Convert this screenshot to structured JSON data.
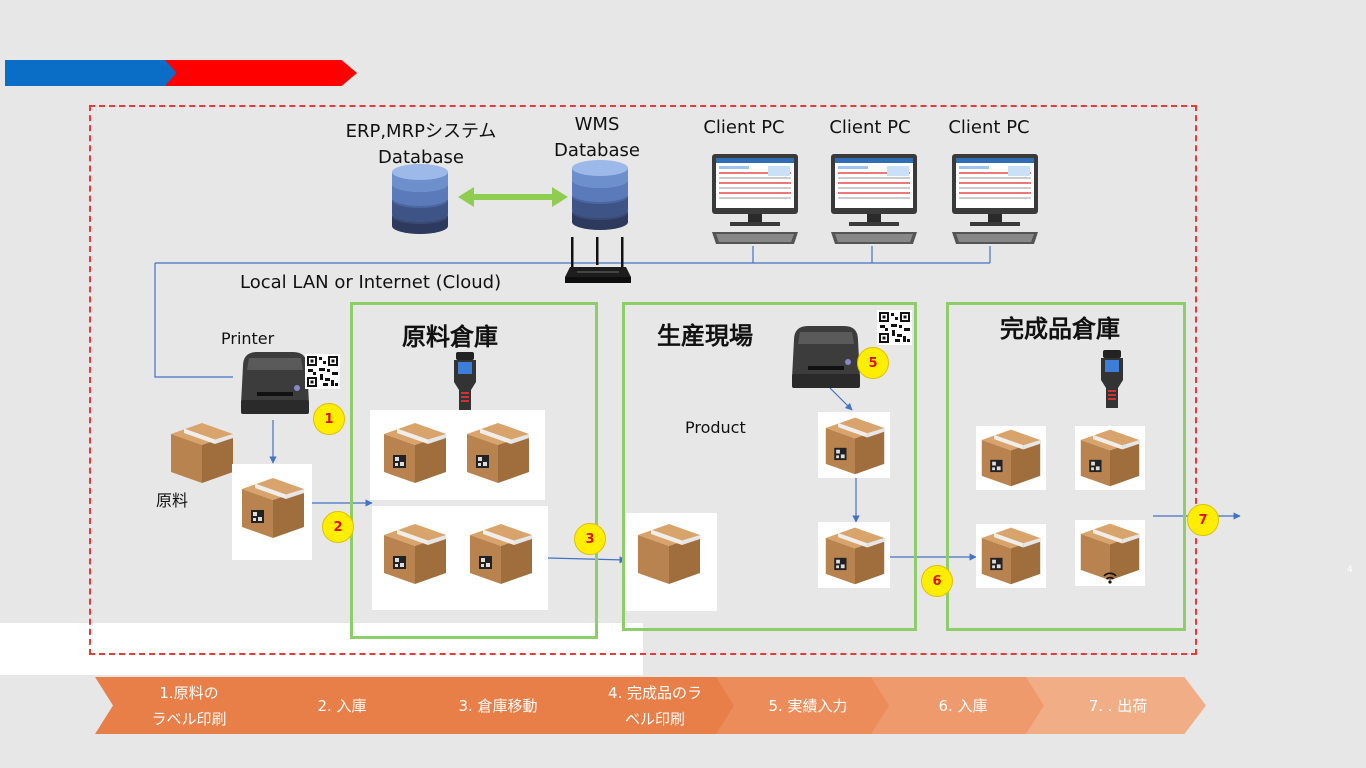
{
  "colors": {
    "zone_border": "#8fcd6b",
    "dashed_border": "#e63b3b",
    "lan_line": "#4472c4",
    "step_fill": "#e87f48",
    "badge_fill": "#ffee00",
    "badge_text": "#e01010",
    "sync_arrow": "#8fcd50"
  },
  "databases": {
    "erp_label_1": "ERP,MRPシステム",
    "erp_label_2": "Database",
    "wms_label_1": "WMS",
    "wms_label_2": "Database"
  },
  "clients": [
    "Client PC",
    "Client PC",
    "Client PC"
  ],
  "network_label": "Local LAN or Internet (Cloud)",
  "printer_label": "Printer",
  "raw_material_label": "原料",
  "product_label": "Product",
  "zones": {
    "raw_warehouse": "原料倉庫",
    "production": "生産現場",
    "finished_warehouse": "完成品倉庫"
  },
  "badges": [
    "1",
    "2",
    "3",
    "5",
    "6",
    "7"
  ],
  "steps": [
    {
      "line1": "1.原料の",
      "line2": "ラベル印刷"
    },
    {
      "line1": "2. 入庫",
      "line2": ""
    },
    {
      "line1": "3. 倉庫移動",
      "line2": ""
    },
    {
      "line1": "4. 完成品のラ",
      "line2": "ベル印刷"
    },
    {
      "line1": "5. 実績入力",
      "line2": ""
    },
    {
      "line1": "6. 入庫",
      "line2": ""
    },
    {
      "line1": "7. . 出荷",
      "line2": ""
    }
  ],
  "page_number": "4",
  "icons": {
    "database": "database-icon",
    "pc": "desktop-pc-icon",
    "router": "router-icon",
    "printer": "label-printer-icon",
    "scanner": "handheld-scanner-icon",
    "box": "cardboard-box-icon",
    "qr": "qr-code-icon",
    "rfid": "rfid-wireless-icon"
  }
}
